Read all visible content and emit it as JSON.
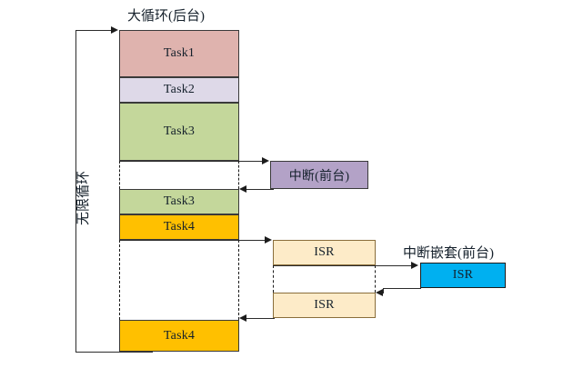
{
  "diagram": {
    "title_main": "大循环(后台)",
    "title_interrupt": "中断(前台)",
    "title_nested": "中断嵌套(前台)",
    "loop_label": "无限循环",
    "caption": "",
    "colors": {
      "task1": "#dfb3ae",
      "task2": "#ded9e8",
      "task3": "#c4d79b",
      "task4": "#ffc000",
      "interrupt": "#b3a2c7",
      "isr_cream": "#fdebc8",
      "isr_blue": "#00b0f0",
      "line": "#2c2c2c",
      "border": "#3a3a3a",
      "cream_border": "#8a6d3b"
    },
    "background_column": [
      {
        "label": "Task1",
        "color_key": "task1"
      },
      {
        "label": "Task2",
        "color_key": "task2"
      },
      {
        "label": "Task3",
        "color_key": "task3"
      },
      {
        "label": "Task3",
        "color_key": "task3"
      },
      {
        "label": "Task4",
        "color_key": "task4"
      },
      {
        "label": "Task4",
        "color_key": "task4"
      }
    ],
    "foreground_interrupt": {
      "label": "中断(前台)"
    },
    "isr_blocks": [
      {
        "label": "ISR"
      },
      {
        "label": "ISR"
      }
    ],
    "nested_isr": {
      "label": "ISR"
    }
  }
}
